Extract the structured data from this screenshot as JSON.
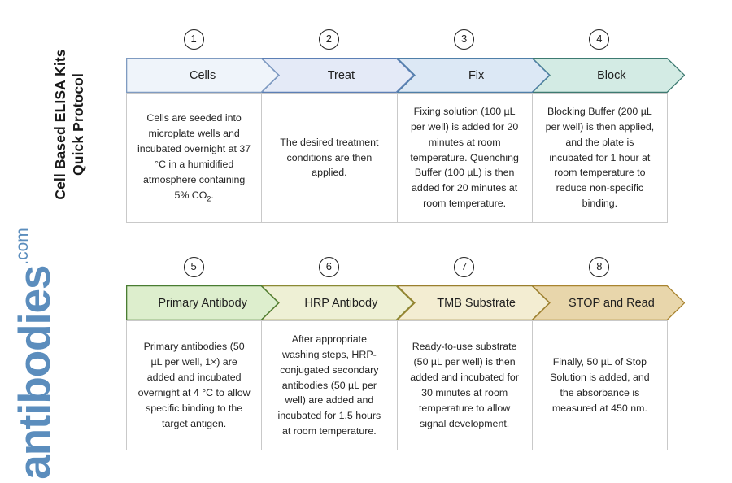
{
  "title_line_1": "Cell Based ELISA Kits",
  "title_line_2": "Quick Protocol",
  "watermark": {
    "main": "antibodies",
    "tld": ".com",
    "color": "#5b8dbd"
  },
  "rows": [
    {
      "row_id": "row-1",
      "steps": [
        {
          "number": "1",
          "label": "Cells",
          "fill": "#eff4fa",
          "stroke": "#7f9bc1",
          "body": "Cells are seeded into microplate wells and incubated overnight at 37 °C in a humidified atmosphere containing 5% CO₂."
        },
        {
          "number": "2",
          "label": "Treat",
          "fill": "#e4eaf7",
          "stroke": "#5c7fb5",
          "body": "The desired treatment conditions are then applied."
        },
        {
          "number": "3",
          "label": "Fix",
          "fill": "#dce8f5",
          "stroke": "#4f7fa8",
          "body": "Fixing solution (100 µL per well) is added for 20 minutes at room temperature. Quenching Buffer (100 µL) is then added for 20 minutes at room temperature."
        },
        {
          "number": "4",
          "label": "Block",
          "fill": "#d3ebe4",
          "stroke": "#3d7a71",
          "body": "Blocking Buffer (200 µL per well) is then applied, and the plate is incubated for 1 hour at room temperature to reduce non-specific binding."
        }
      ]
    },
    {
      "row_id": "row-2",
      "steps": [
        {
          "number": "5",
          "label": "Primary Antibody",
          "fill": "#ddeecd",
          "stroke": "#4a7c32",
          "body": "Primary antibodies (50 µL per well, 1×) are added and incubated overnight at 4 °C to allow specific binding to the target antigen."
        },
        {
          "number": "6",
          "label": "HRP Antibody",
          "fill": "#eef0d5",
          "stroke": "#8a8a34",
          "body": "After appropriate washing steps, HRP-conjugated secondary antibodies (50 µL per well) are added and incubated for 1.5 hours at room temperature."
        },
        {
          "number": "7",
          "label": "TMB Substrate",
          "fill": "#f3edd2",
          "stroke": "#9a7f2e",
          "body": "Ready-to-use substrate (50 µL per well) is then added and incubated for 30 minutes at room temperature to allow signal development."
        },
        {
          "number": "8",
          "label": "STOP and Read",
          "fill": "#e8d6ab",
          "stroke": "#a98430",
          "body": "Finally, 50 µL of Stop Solution is added, and the absorbance is measured at 450 nm."
        }
      ]
    }
  ]
}
